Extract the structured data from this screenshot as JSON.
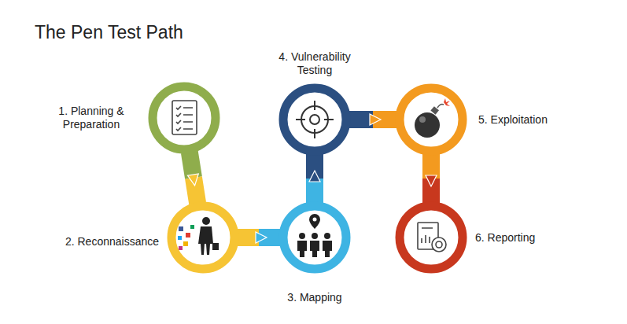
{
  "diagram": {
    "title": "The Pen Test Path",
    "nodes": [
      {
        "text": [
          "1. Planning & Preparation"
        ]
      },
      {
        "text": [
          "2. Reconnaissance"
        ]
      },
      {
        "text": [
          "3. Mapping"
        ]
      },
      {
        "text": [
          "4. Vulnerability Testing"
        ]
      },
      {
        "text": [
          "5. Exploitation"
        ]
      },
      {
        "text": [
          "6. Reporting"
        ]
      }
    ],
    "edges": [
      {
        "from": 0,
        "to": 1,
        "arrow": "to"
      },
      {
        "from": 1,
        "to": 2,
        "arrow": "to"
      },
      {
        "from": 2,
        "to": 3,
        "arrow": "to"
      },
      {
        "from": 3,
        "to": 4,
        "arrow": "to"
      },
      {
        "from": 4,
        "to": 5,
        "arrow": "to"
      }
    ]
  }
}
